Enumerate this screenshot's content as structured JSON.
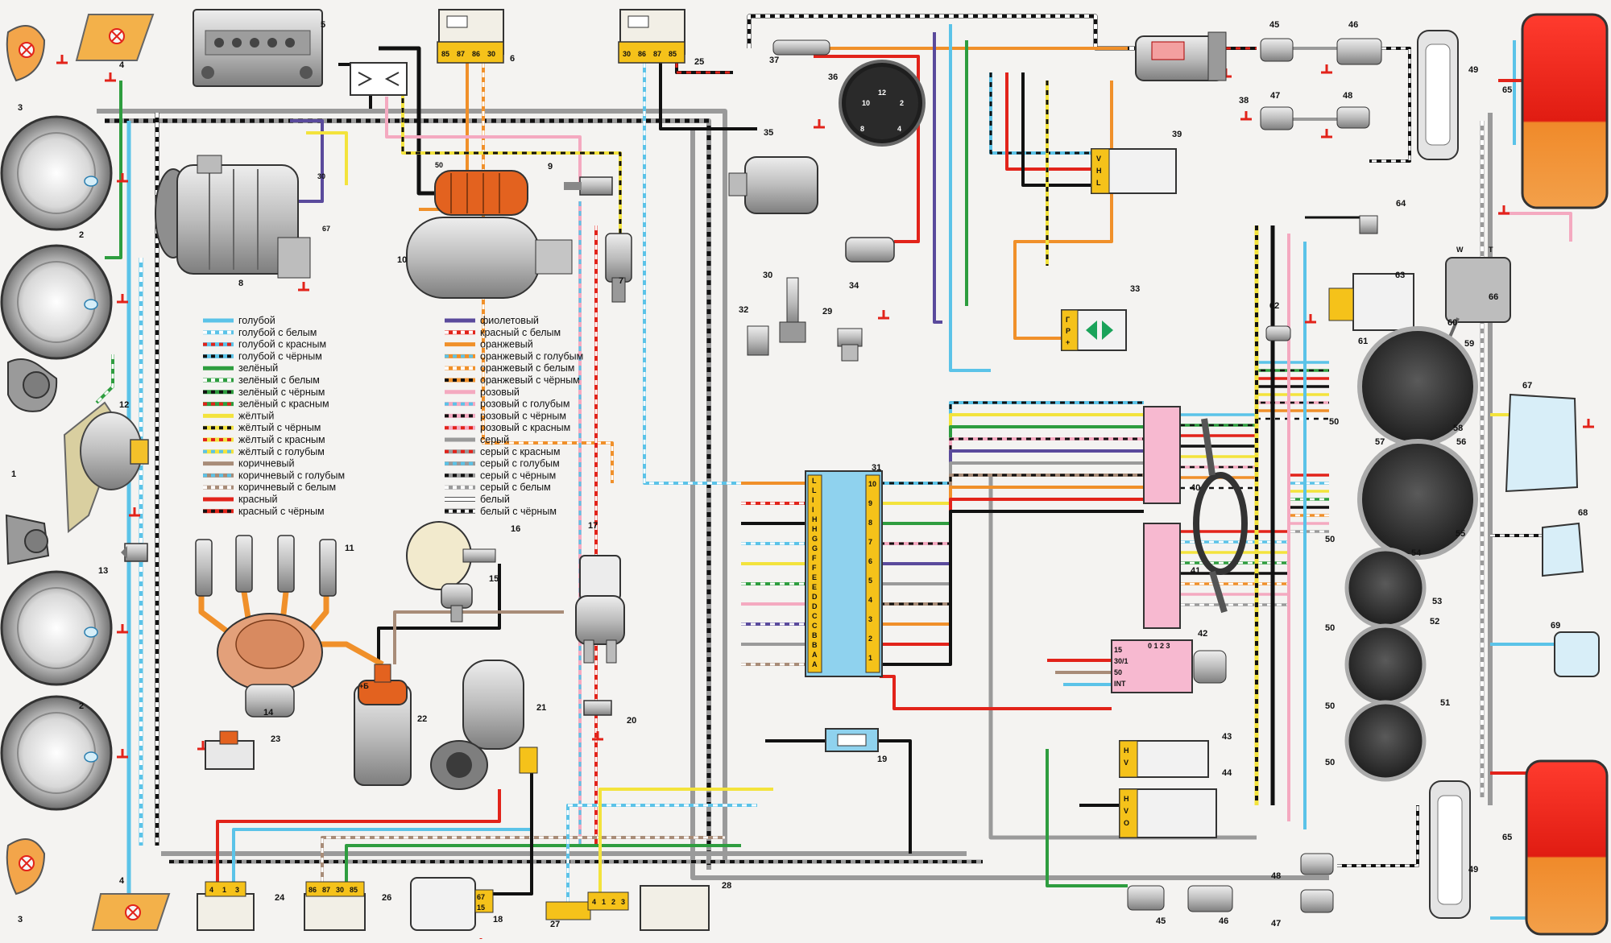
{
  "legend": [
    {
      "label": "голубой",
      "c1": "#5bc3e8",
      "c2": null
    },
    {
      "label": "голубой с белым",
      "c1": "#5bc3e8",
      "c2": "#ffffff"
    },
    {
      "label": "голубой с красным",
      "c1": "#5bc3e8",
      "c2": "#e2231a"
    },
    {
      "label": "голубой с чёрным",
      "c1": "#5bc3e8",
      "c2": "#111111"
    },
    {
      "label": "зелёный",
      "c1": "#2e9d3f",
      "c2": null
    },
    {
      "label": "зелёный с белым",
      "c1": "#2e9d3f",
      "c2": "#ffffff"
    },
    {
      "label": "зелёный с чёрным",
      "c1": "#2e9d3f",
      "c2": "#111111"
    },
    {
      "label": "зелёный с красным",
      "c1": "#2e9d3f",
      "c2": "#e2231a"
    },
    {
      "label": "жёлтый",
      "c1": "#f3e33c",
      "c2": null
    },
    {
      "label": "жёлтый с чёрным",
      "c1": "#f3e33c",
      "c2": "#111111"
    },
    {
      "label": "жёлтый с красным",
      "c1": "#f3e33c",
      "c2": "#e2231a"
    },
    {
      "label": "жёлтый с голубым",
      "c1": "#f3e33c",
      "c2": "#5bc3e8"
    },
    {
      "label": "коричневый",
      "c1": "#a88c78",
      "c2": null
    },
    {
      "label": "коричневый с голубым",
      "c1": "#a88c78",
      "c2": "#5bc3e8"
    },
    {
      "label": "коричневый с белым",
      "c1": "#a88c78",
      "c2": "#ffffff"
    },
    {
      "label": "красный",
      "c1": "#e2231a",
      "c2": null
    },
    {
      "label": "красный с чёрным",
      "c1": "#e2231a",
      "c2": "#111111"
    },
    {
      "label": "фиолетовый",
      "c1": "#5a4a9c",
      "c2": null
    },
    {
      "label": "красный с белым",
      "c1": "#e2231a",
      "c2": "#ffffff"
    },
    {
      "label": "оранжевый",
      "c1": "#f0902a",
      "c2": null
    },
    {
      "label": "оранжевый с голубым",
      "c1": "#f0902a",
      "c2": "#5bc3e8"
    },
    {
      "label": "оранжевый с белым",
      "c1": "#f0902a",
      "c2": "#ffffff"
    },
    {
      "label": "оранжевый с чёрным",
      "c1": "#f0902a",
      "c2": "#111111"
    },
    {
      "label": "розовый",
      "c1": "#f4a9c0",
      "c2": null
    },
    {
      "label": "розовый с голубым",
      "c1": "#f4a9c0",
      "c2": "#5bc3e8"
    },
    {
      "label": "розовый с чёрным",
      "c1": "#f4a9c0",
      "c2": "#111111"
    },
    {
      "label": "розовый с красным",
      "c1": "#f4a9c0",
      "c2": "#e2231a"
    },
    {
      "label": "серый",
      "c1": "#9a9a9a",
      "c2": null
    },
    {
      "label": "серый с красным",
      "c1": "#9a9a9a",
      "c2": "#e2231a"
    },
    {
      "label": "серый с голубым",
      "c1": "#9a9a9a",
      "c2": "#5bc3e8"
    },
    {
      "label": "серый с чёрным",
      "c1": "#9a9a9a",
      "c2": "#111111"
    },
    {
      "label": "серый с белым",
      "c1": "#9a9a9a",
      "c2": "#ffffff"
    },
    {
      "label": "белый",
      "c1": "#ffffff",
      "c2": null
    },
    {
      "label": "белый с чёрным",
      "c1": "#ffffff",
      "c2": "#111111"
    }
  ],
  "callouts": [
    "1",
    "2",
    "3",
    "4",
    "5",
    "6",
    "7",
    "8",
    "9",
    "10",
    "11",
    "12",
    "13",
    "14",
    "15",
    "16",
    "17",
    "18",
    "19",
    "20",
    "21",
    "22",
    "23",
    "24",
    "25",
    "26",
    "27",
    "28",
    "29",
    "30",
    "31",
    "32",
    "33",
    "34",
    "35",
    "36",
    "37",
    "38",
    "39",
    "40",
    "41",
    "42",
    "43",
    "44",
    "45",
    "46",
    "47",
    "48",
    "49",
    "50",
    "51",
    "52",
    "53",
    "54",
    "55",
    "56",
    "57",
    "58",
    "59",
    "60",
    "61",
    "62",
    "63",
    "64",
    "65",
    "66",
    "67",
    "68",
    "69"
  ],
  "relay_pins": {
    "r6": [
      "85",
      "87",
      "86",
      "30"
    ],
    "r25": [
      "30",
      "86",
      "87",
      "85"
    ],
    "r24": [
      "4",
      "1",
      "3"
    ],
    "r26": [
      "86",
      "87",
      "30",
      "85"
    ],
    "r18": [
      "67",
      "15"
    ],
    "r27b": [
      "4",
      "1",
      "2",
      "3"
    ]
  },
  "fuse_letters": [
    "L",
    "L",
    "I",
    "I",
    "H",
    "H",
    "G",
    "G",
    "F",
    "F",
    "E",
    "E",
    "D",
    "D",
    "C",
    "C",
    "B",
    "B",
    "A",
    "A"
  ],
  "fuse_numbers": [
    "10",
    "9",
    "8",
    "7",
    "6",
    "5",
    "4",
    "3",
    "2",
    "1"
  ],
  "terminal_labels": {
    "gen30": "30",
    "gen67": "67",
    "starter50": "50",
    "coilplus": "+Б",
    "sw39": [
      "V",
      "H",
      "L"
    ],
    "sw33": [
      "Г",
      "Р",
      "+"
    ],
    "ign42": [
      "15",
      "30/1",
      "50",
      "INT"
    ],
    "ign42pos": "0 1 2 3",
    "sw43": [
      "H",
      "V"
    ],
    "sw44": [
      "H",
      "V",
      "O"
    ],
    "fan66": [
      "W",
      "T"
    ],
    "clock": [
      "12",
      "2",
      "4",
      "8",
      "10"
    ]
  }
}
